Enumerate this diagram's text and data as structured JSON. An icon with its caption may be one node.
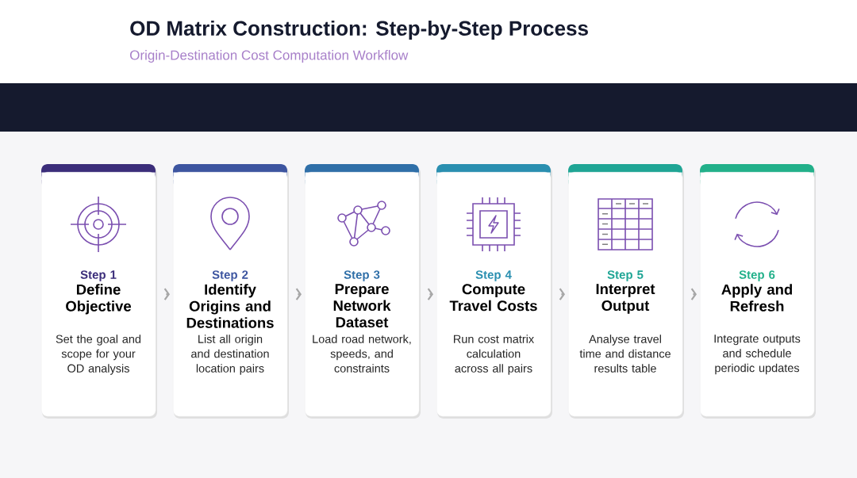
{
  "diagram": {
    "title": "OD Matrix Construction: Step-by-Step Process",
    "nodes": [
      {
        "text": [
          "Step 1",
          "Define Objective",
          "Set the goal and scope for your OD analysis"
        ]
      },
      {
        "text": [
          "Step 2",
          "Identify Origins and Destinations",
          "List all origin and destination location pairs"
        ]
      },
      {
        "text": [
          "Step 3",
          "Prepare Network Dataset",
          "Load road network, speeds, and constraints"
        ]
      },
      {
        "text": [
          "Step 4",
          "Compute Travel Costs",
          "Run cost matrix calculation across all pairs"
        ]
      },
      {
        "text": [
          "Step 5",
          "Interpret Output",
          "Analyse travel time and distance results table"
        ]
      },
      {
        "text": [
          "Step 6",
          "Apply and Refresh",
          "Integrate outputs and schedule periodic updates"
        ]
      }
    ],
    "edges": [
      {
        "from": 0,
        "to": 1,
        "arrow": "to"
      },
      {
        "from": 1,
        "to": 2,
        "arrow": "to"
      },
      {
        "from": 2,
        "to": 3,
        "arrow": "to"
      },
      {
        "from": 3,
        "to": 4,
        "arrow": "to"
      },
      {
        "from": 4,
        "to": 5,
        "arrow": "to"
      }
    ],
    "labels": [
      "Origin-Destination Cost Computation Workflow"
    ]
  }
}
